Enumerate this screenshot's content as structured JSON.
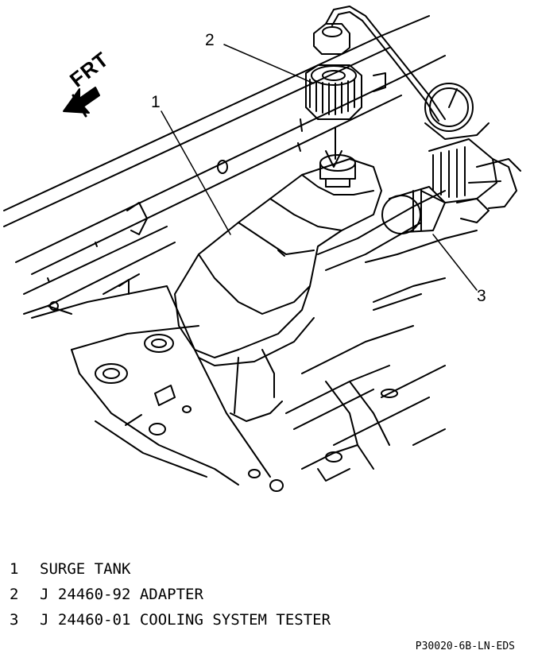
{
  "orientation": {
    "arrow_label": "FRT"
  },
  "callouts": [
    {
      "number": "1"
    },
    {
      "number": "2"
    },
    {
      "number": "3"
    }
  ],
  "legend": [
    {
      "number": "1",
      "text": "SURGE TANK"
    },
    {
      "number": "2",
      "text": "J 24460-92 ADAPTER"
    },
    {
      "number": "3",
      "text": "J 24460-01 COOLING SYSTEM TESTER"
    }
  ],
  "reference_code": "P30020-6B-LN-EDS"
}
